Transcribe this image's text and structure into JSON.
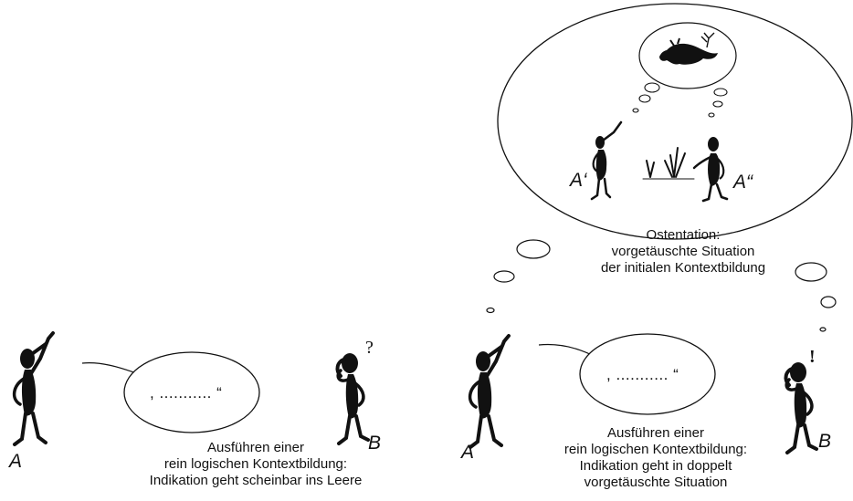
{
  "left_panel": {
    "speech": ", ........... “",
    "label_a": "A",
    "label_b": "B",
    "b_symbol": "?",
    "caption": [
      "Ausführen einer",
      "rein logischen Kontextbildung:",
      "Indikation geht scheinbar ins Leere"
    ]
  },
  "right_panel": {
    "speech": ", ........... “",
    "label_a": "A",
    "label_b": "B",
    "b_symbol": "!",
    "caption": [
      "Ausführen einer",
      "rein logischen Kontextbildung:",
      "Indikation geht in doppelt",
      "vorgetäuschte Situation"
    ]
  },
  "thought_scene": {
    "label_a1": "A‘",
    "label_a2": "A“",
    "caption": [
      "Ostentation:",
      "vorgetäuschte Situation",
      "der initialen Kontextbildung"
    ]
  }
}
